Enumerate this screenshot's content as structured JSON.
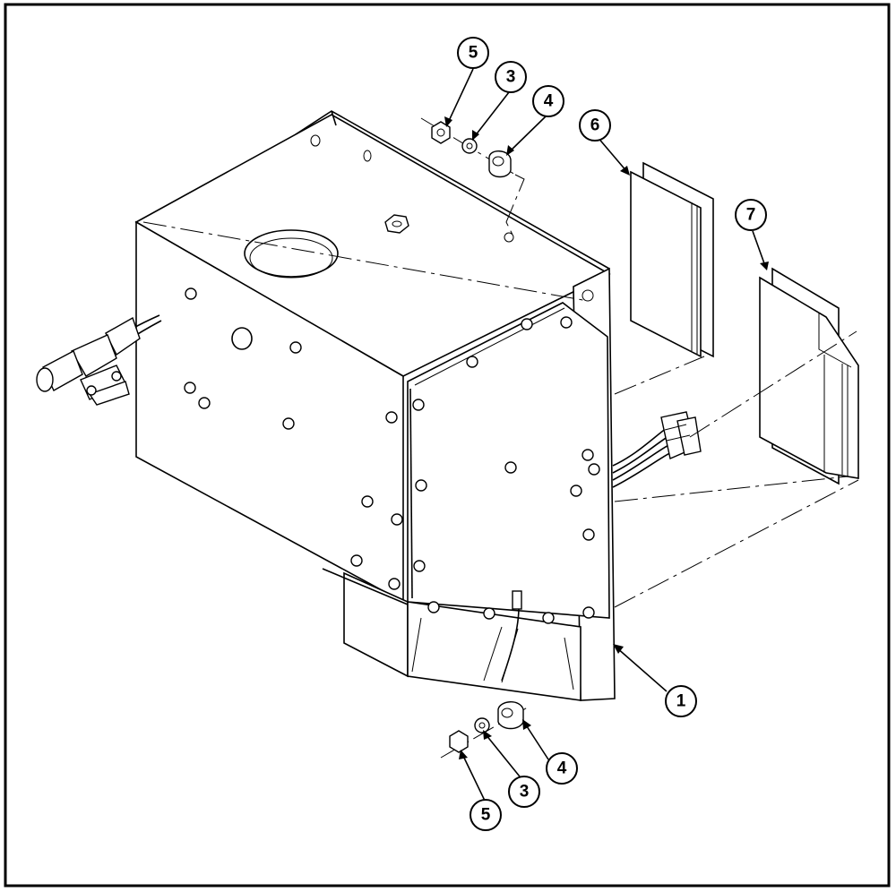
{
  "diagram": {
    "callouts": [
      {
        "id": "c5-top",
        "label": "5"
      },
      {
        "id": "c3-top",
        "label": "3"
      },
      {
        "id": "c4-top",
        "label": "4"
      },
      {
        "id": "c6",
        "label": "6"
      },
      {
        "id": "c7",
        "label": "7"
      },
      {
        "id": "c1",
        "label": "1"
      },
      {
        "id": "c4-bot",
        "label": "4"
      },
      {
        "id": "c3-bot",
        "label": "3"
      },
      {
        "id": "c5-bot",
        "label": "5"
      }
    ],
    "colors": {
      "line": "#000000",
      "background": "#ffffff"
    }
  }
}
